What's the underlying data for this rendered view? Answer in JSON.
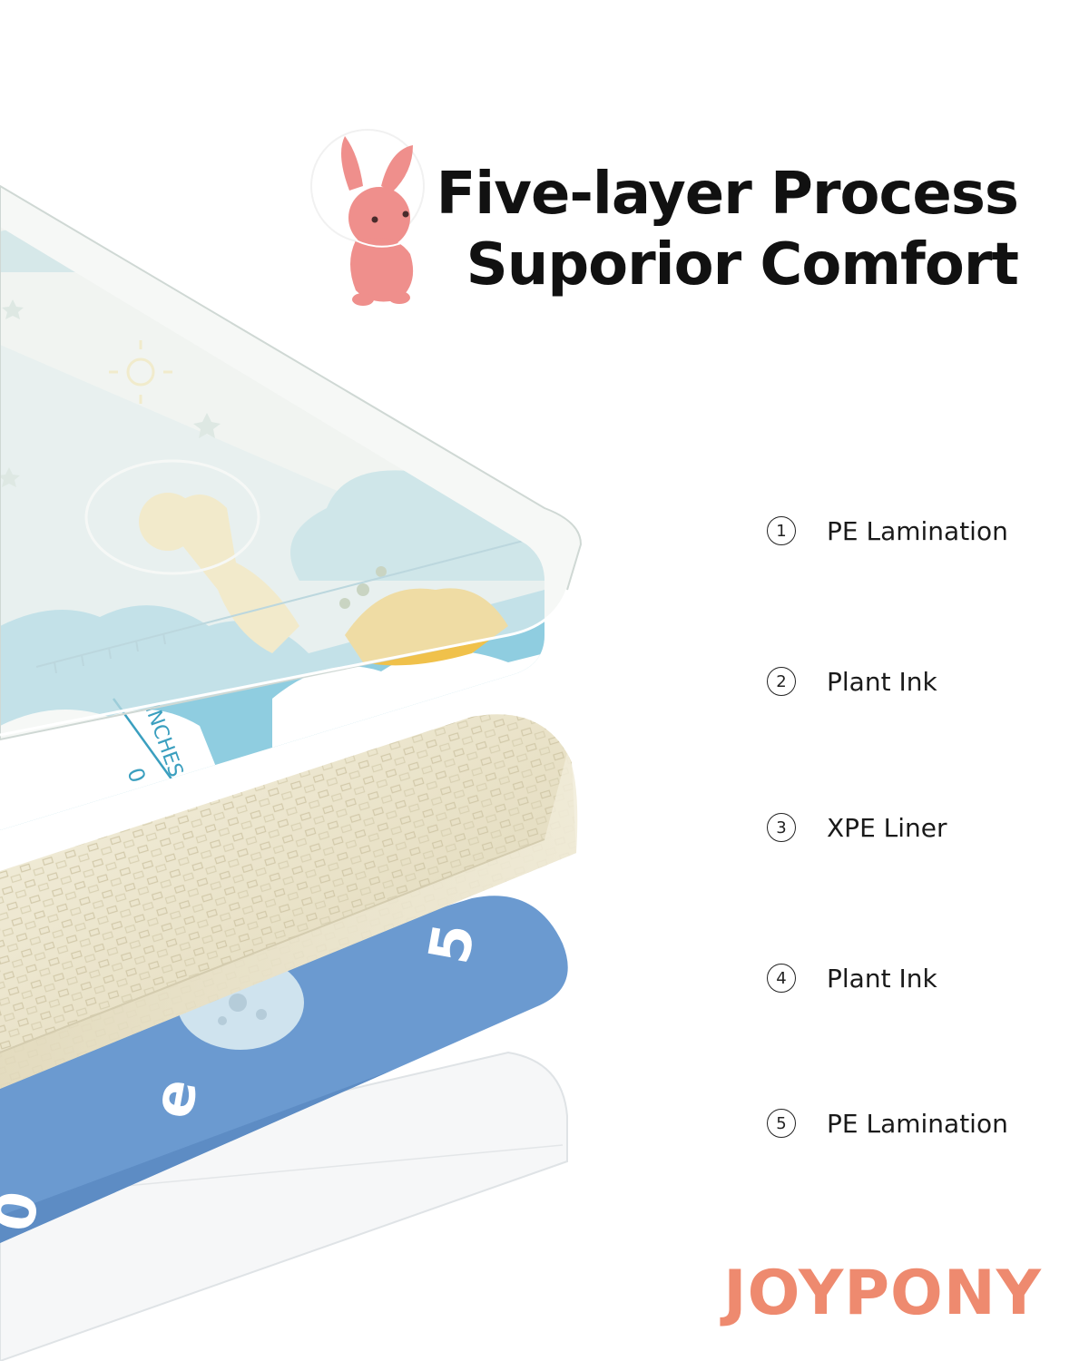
{
  "header": {
    "title_line_1": "Five-layer Process",
    "title_line_2": "Suporior Comfort",
    "mascot_icon": "bunny-icon"
  },
  "layers": [
    {
      "number": "1",
      "label": "PE Lamination"
    },
    {
      "number": "2",
      "label": "Plant Ink"
    },
    {
      "number": "3",
      "label": "XPE Liner"
    },
    {
      "number": "4",
      "label": "Plant Ink"
    },
    {
      "number": "5",
      "label": "PE Lamination"
    }
  ],
  "illustration": {
    "ruler_unit": "INCHES",
    "ruler_zero": "0",
    "mat_numerals": [
      "5",
      "e",
      "0"
    ]
  },
  "brand": {
    "name": "JOYPONY",
    "color": "#ee8a6f"
  },
  "colors": {
    "mascot": "#ef8f8c",
    "foam": "#e9e3cc",
    "blue_layer": "#6b9ad0",
    "print_sky": "#9fd3e0",
    "film": "#eef3ef"
  }
}
